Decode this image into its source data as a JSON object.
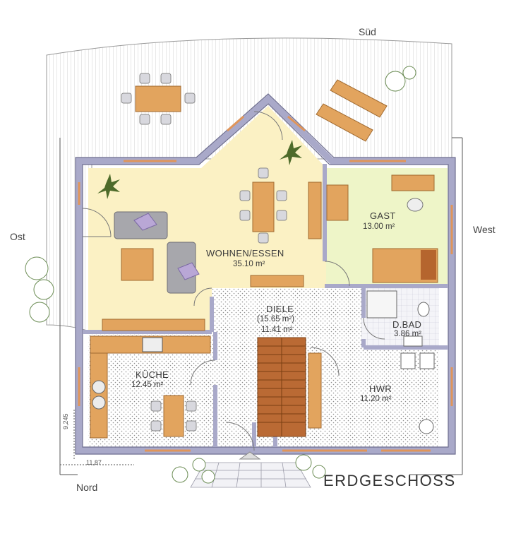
{
  "compass": {
    "south": "Süd",
    "east": "Ost",
    "west": "West",
    "north": "Nord"
  },
  "floor_title": "ERDGESCHOSS",
  "dimensions": {
    "width": "11,87",
    "depth": "9,245"
  },
  "rooms": {
    "wohnen": {
      "name": "WOHNEN/ESSEN",
      "area": "35.10 m²"
    },
    "gast": {
      "name": "GAST",
      "area": "13.00 m²"
    },
    "diele": {
      "name": "DIELE",
      "area_alt": "(15.65 m²)",
      "area": "11.41 m²"
    },
    "dbad": {
      "name": "D.BAD",
      "area": "3.86 m²"
    },
    "kueche": {
      "name": "KÜCHE",
      "area": "12.45 m²"
    },
    "hwr": {
      "name": "HWR",
      "area": "11.20 m²"
    }
  },
  "colors": {
    "living": "#fbf1c4",
    "guest": "#eef5c8",
    "wall": "#b8b8d4",
    "wood": "#e2a45e",
    "sofa": "#a7a7ac",
    "cushion": "#b9a7d6"
  }
}
